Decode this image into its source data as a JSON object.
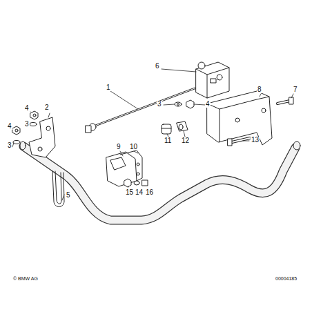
{
  "diagram": {
    "labels": [
      "6",
      "1",
      "2",
      "4",
      "3",
      "3",
      "4",
      "8",
      "7",
      "4",
      "3",
      "9",
      "10",
      "11",
      "12",
      "13",
      "15",
      "14",
      "16",
      "5",
      "© BMW AG",
      "00004185"
    ]
  }
}
